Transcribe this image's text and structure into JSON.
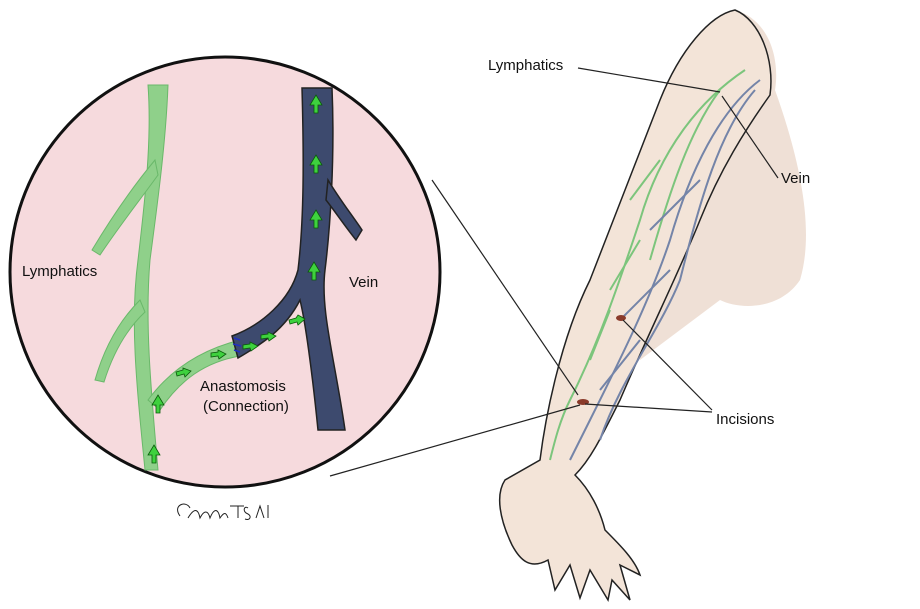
{
  "labels": {
    "zoom_lymphatics": "Lymphatics",
    "zoom_vein": "Vein",
    "anastomosis": "Anastomosis",
    "connection": "(Connection)",
    "arm_lymphatics": "Lymphatics",
    "arm_vein": "Vein",
    "incisions": "Incisions"
  },
  "signature": "CatherineTSAI",
  "colors": {
    "circle_fill": "#f6dadd",
    "lymphatic": "#8fd08a",
    "vein": "#3d4a6e",
    "skin": "#f3e4d8",
    "arrow": "#3ed13e"
  }
}
